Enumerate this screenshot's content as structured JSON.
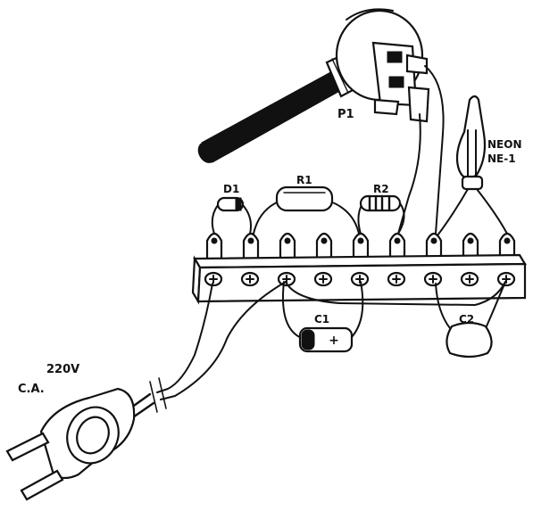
{
  "labels": {
    "pot": "P1",
    "neon_line1": "NEON",
    "neon_line2": "NE-1",
    "diode": "D1",
    "r1": "R1",
    "r2": "R2",
    "c1": "C1",
    "c2": "C2",
    "voltage": "220V",
    "ac": "C.A."
  },
  "colors": {
    "ink": "#111111",
    "paper": "#ffffff"
  },
  "terminal_strip": {
    "terminal_count": 9
  }
}
